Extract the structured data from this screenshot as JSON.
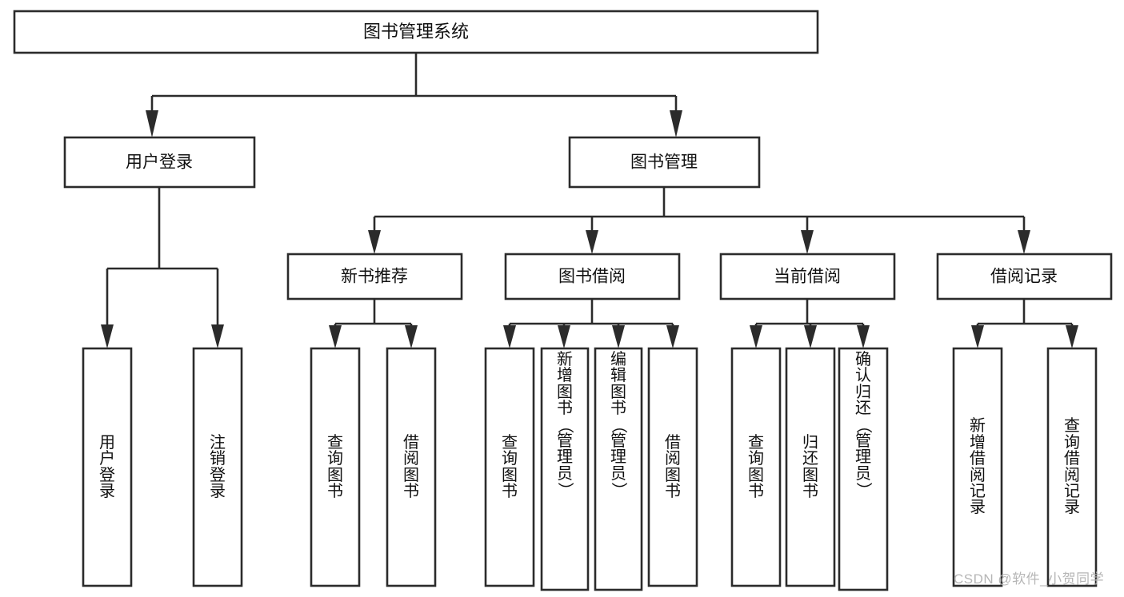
{
  "diagram": {
    "title": "图书管理系统",
    "type": "tree-hierarchy-chart",
    "watermark": "CSDN @软件_小贺同学",
    "colors": {
      "box_stroke": "#2b2b2b",
      "box_fill": "#ffffff",
      "text": "#111111",
      "background": "#ffffff",
      "watermark": "#b6b6b6"
    },
    "levels": {
      "root": "图书管理系统",
      "level2": [
        "用户登录",
        "图书管理"
      ],
      "level3": [
        "新书推荐",
        "图书借阅",
        "当前借阅",
        "借阅记录"
      ]
    },
    "nodes": {
      "root": {
        "label": "图书管理系统"
      },
      "user_login": {
        "label": "用户登录"
      },
      "book_manage": {
        "label": "图书管理"
      },
      "new_book_rec": {
        "label": "新书推荐"
      },
      "book_borrow": {
        "label": "图书借阅"
      },
      "current_borrow": {
        "label": "当前借阅"
      },
      "borrow_record": {
        "label": "借阅记录"
      }
    },
    "leaves": {
      "user_login": [
        {
          "id": "leaf-user-login",
          "label": "用户登录"
        },
        {
          "id": "leaf-logout-login",
          "label": "注销登录"
        }
      ],
      "new_book_rec": [
        {
          "id": "leaf-query-book-1",
          "label": "查询图书"
        },
        {
          "id": "leaf-borrow-book-1",
          "label": "借阅图书"
        }
      ],
      "book_borrow": [
        {
          "id": "leaf-query-book-2",
          "label": "查询图书"
        },
        {
          "id": "leaf-add-book",
          "label": "新增图书（管理员）"
        },
        {
          "id": "leaf-edit-book",
          "label": "编辑图书（管理员）"
        },
        {
          "id": "leaf-borrow-book-2",
          "label": "借阅图书"
        }
      ],
      "current_borrow": [
        {
          "id": "leaf-query-book-3",
          "label": "查询图书"
        },
        {
          "id": "leaf-return-book",
          "label": "归还图书"
        },
        {
          "id": "leaf-confirm-return",
          "label": "确认归还（管理员）"
        }
      ],
      "borrow_record": [
        {
          "id": "leaf-add-record",
          "label": "新增借阅记录"
        },
        {
          "id": "leaf-query-record",
          "label": "查询借阅记录"
        }
      ]
    }
  }
}
